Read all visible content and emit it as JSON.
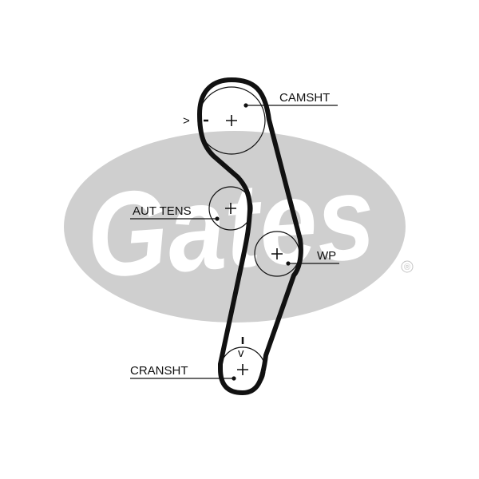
{
  "watermark": {
    "logo_text": "Gates",
    "registered_mark": "®",
    "color": "#cfcfcf"
  },
  "diagram": {
    "belt_color": "#111111",
    "pulleys": [
      {
        "id": "camsht",
        "label": "CAMSHT"
      },
      {
        "id": "aut_tens",
        "label": "AUT TENS"
      },
      {
        "id": "wp",
        "label": "WP"
      },
      {
        "id": "cransht",
        "label": "CRANSHT"
      }
    ],
    "timing_marks": {
      "cam_mark": ">",
      "crank_mark": "v"
    }
  }
}
